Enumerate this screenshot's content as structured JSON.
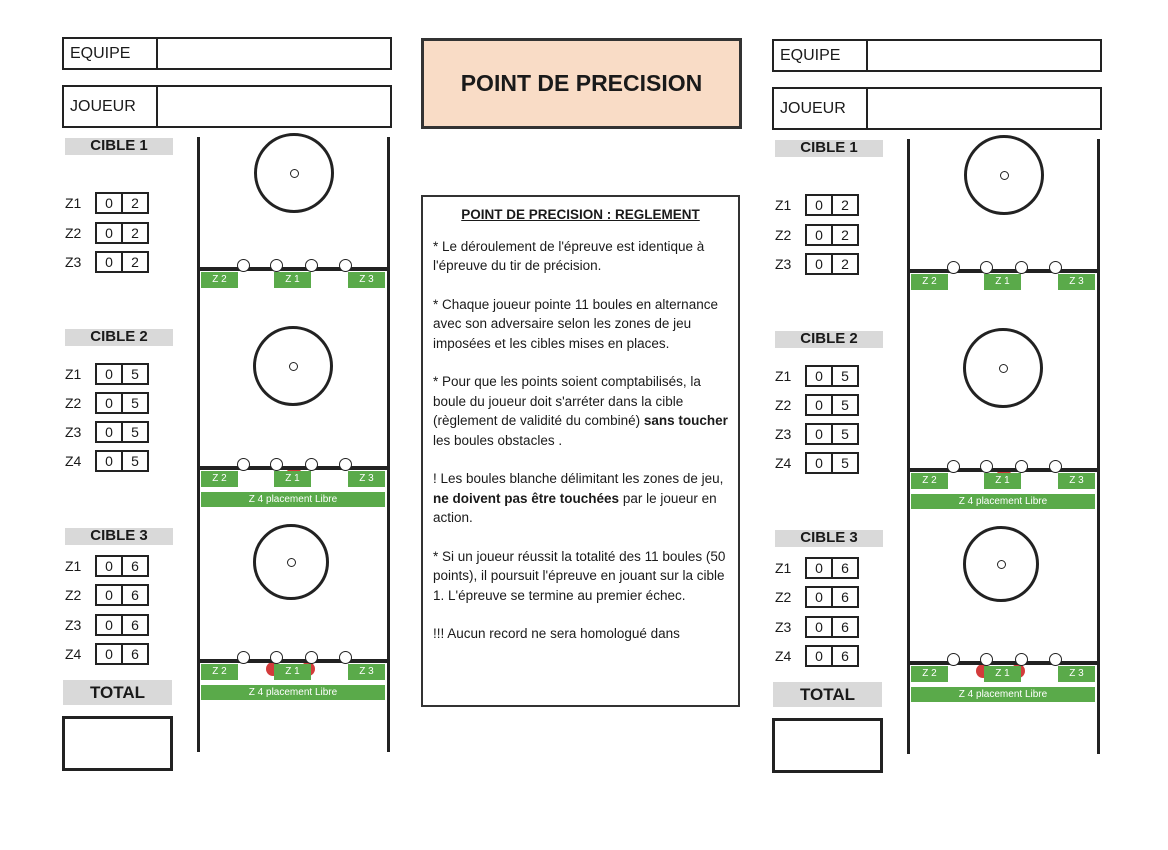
{
  "title": "POINT DE PRECISION",
  "labels": {
    "equipe": "EQUIPE",
    "joueur": "JOUEUR",
    "total": "TOTAL",
    "z4_bar": "Z 4  placement Libre",
    "tag_z1": "Z 1",
    "tag_z2": "Z 2",
    "tag_z3": "Z 3"
  },
  "cibles": [
    {
      "label": "CIBLE 1",
      "rows": [
        {
          "zone": "Z1",
          "d1": "0",
          "d2": "2"
        },
        {
          "zone": "Z2",
          "d1": "0",
          "d2": "2"
        },
        {
          "zone": "Z3",
          "d1": "0",
          "d2": "2"
        }
      ]
    },
    {
      "label": "CIBLE 2",
      "rows": [
        {
          "zone": "Z1",
          "d1": "0",
          "d2": "5"
        },
        {
          "zone": "Z2",
          "d1": "0",
          "d2": "5"
        },
        {
          "zone": "Z3",
          "d1": "0",
          "d2": "5"
        },
        {
          "zone": "Z4",
          "d1": "0",
          "d2": "5"
        }
      ]
    },
    {
      "label": "CIBLE 3",
      "rows": [
        {
          "zone": "Z1",
          "d1": "0",
          "d2": "6"
        },
        {
          "zone": "Z2",
          "d1": "0",
          "d2": "6"
        },
        {
          "zone": "Z3",
          "d1": "0",
          "d2": "6"
        },
        {
          "zone": "Z4",
          "d1": "0",
          "d2": "6"
        }
      ]
    }
  ],
  "rules": {
    "heading": "POINT DE PRECISION : REGLEMENT",
    "p1": "* Le déroulement de l'épreuve est identique à l'épreuve du tir de précision.",
    "p2": "* Chaque joueur pointe 11 boules  en alternance avec son adversaire selon les zones de jeu  imposées et les cibles mises en places.",
    "p3a": "* Pour que les points soient comptabilisés, la boule du joueur doit s'arréter dans la cible (règlement de validité du combiné) ",
    "p3b": "sans toucher",
    "p3c": " les boules obstacles .",
    "p4a": "! Les boules blanche délimitant les zones de jeu, ",
    "p4b": "ne doivent pas être touchées",
    "p4c": " par le joueur en action.",
    "p5": "* Si un joueur réussit  la totalité des 11 boules (50 points), il poursuit  l'épreuve en jouant sur la cible 1. L'épreuve se termine au premier échec.",
    "p6": "!!! Aucun record ne sera homologué dans"
  },
  "colors": {
    "green": "#5aaa4a",
    "red": "#d33b3b",
    "title_bg": "#f9dcc6",
    "label_bg": "#d9d9d9"
  }
}
